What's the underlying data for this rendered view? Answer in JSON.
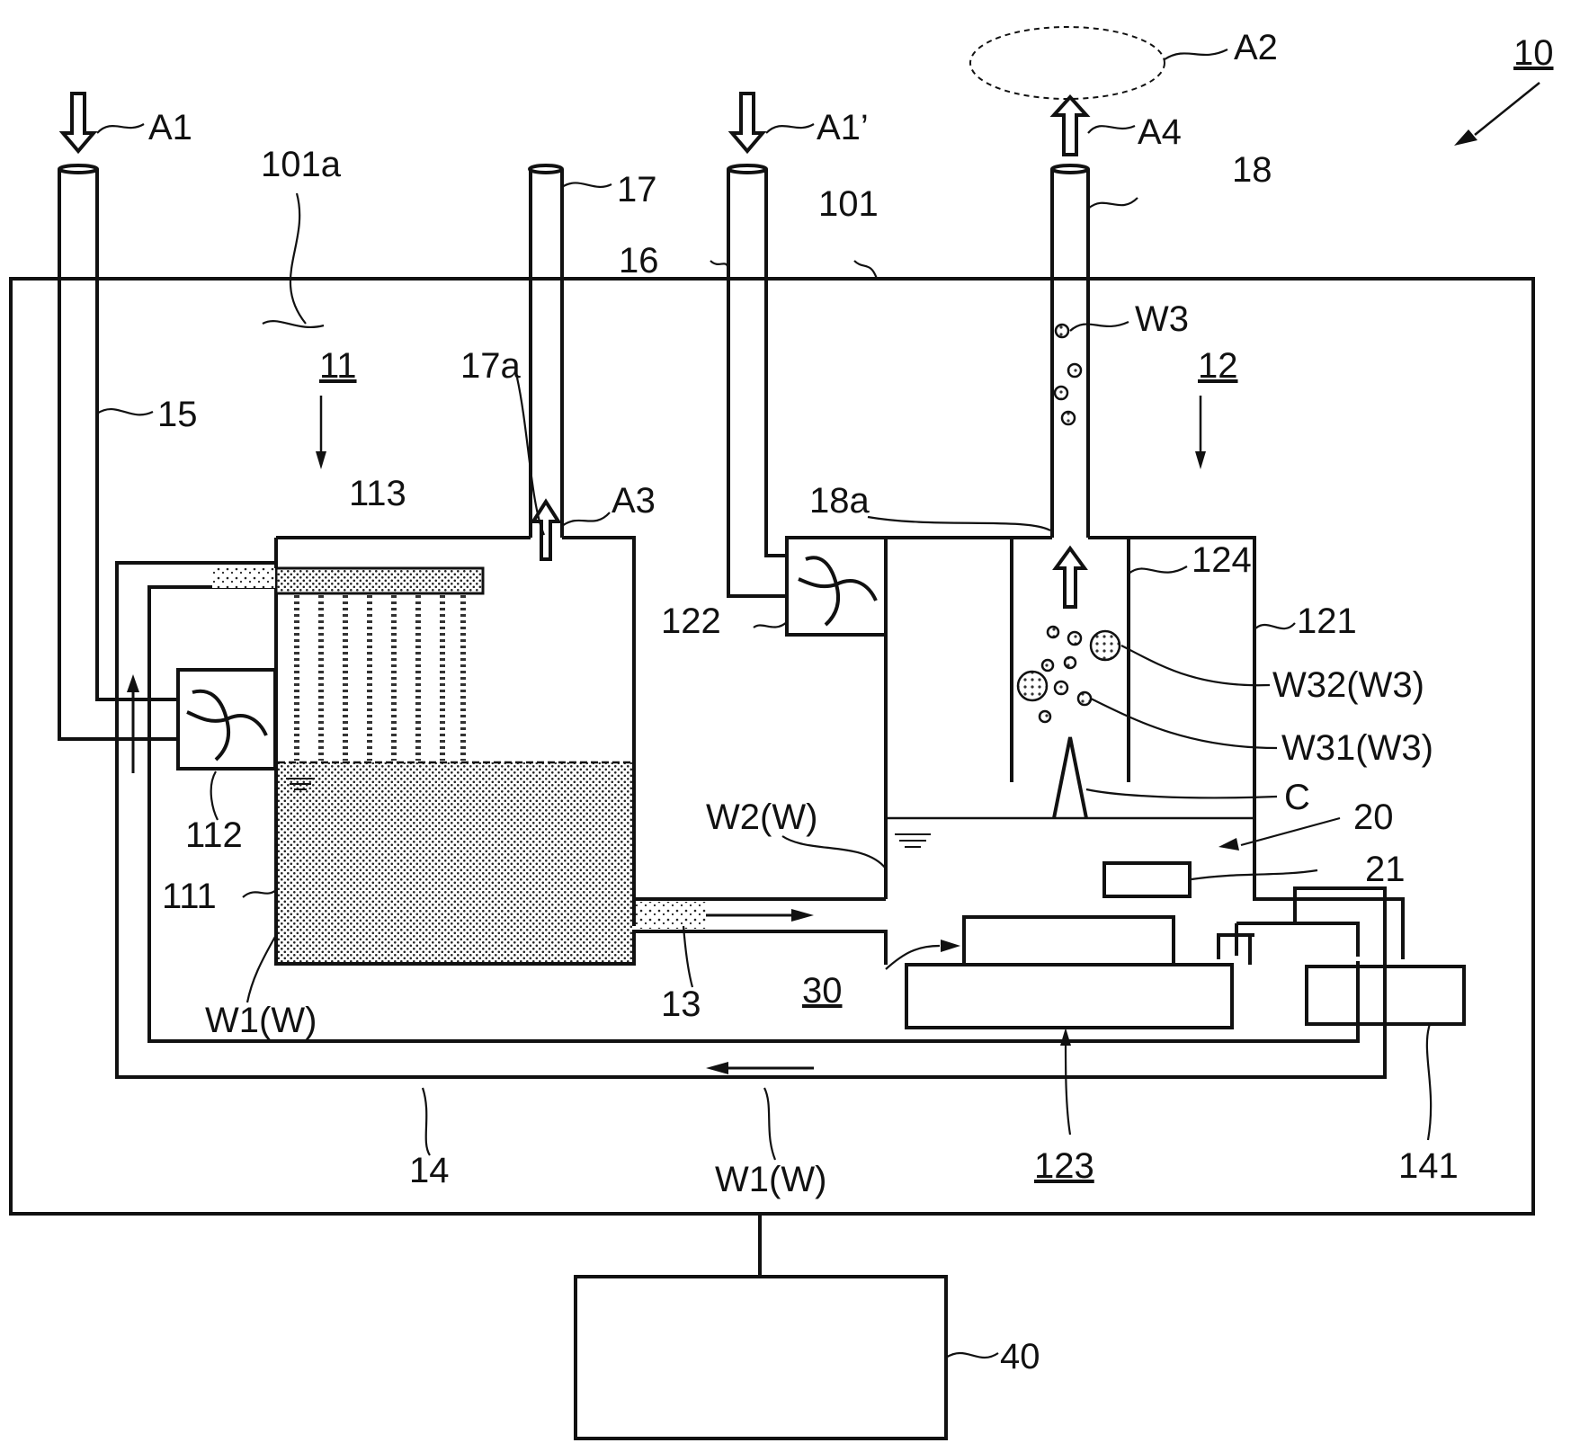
{
  "labels": {
    "device": "10",
    "water_tank_unit": "11",
    "mist_unit": "12",
    "housing": "101",
    "housing_interior": "101a",
    "tank": "111",
    "fan_left": "112",
    "filter": "113",
    "passage": "13",
    "circulation_path": "14",
    "intake_pipe_left": "15",
    "intake_pipe_center": "16",
    "exhaust_pipe_a": "17",
    "exhaust_pipe_a_inlet": "17a",
    "exhaust_pipe_b": "18",
    "exhaust_pipe_b_inlet": "18a",
    "mist_chamber": "121",
    "fan_right": "122",
    "ultrasonic_unit": "123",
    "mist_duct": "124",
    "sensor_unit": "20",
    "sensor": "21",
    "transducer": "30",
    "pump": "141",
    "controller": "40",
    "air_in_left": "A1",
    "air_in_center": "A1’",
    "target_space": "A2",
    "air_out_a": "A3",
    "air_out_b": "A4",
    "mist": "W3",
    "mist_large": "W32(W3)",
    "mist_small": "W31(W3)",
    "water_column": "C",
    "water_tank": "W1(W)",
    "water_passage": "W2(W)",
    "water_return": "W1(W)"
  }
}
